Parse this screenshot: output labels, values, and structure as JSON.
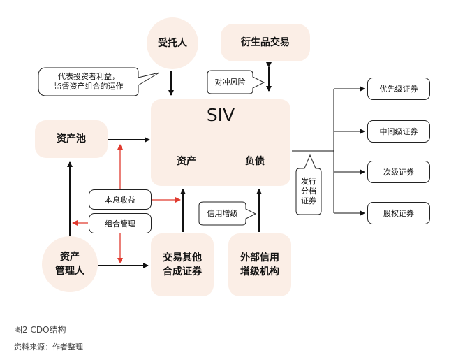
{
  "nodes": {
    "trustee": "受托人",
    "derivatives": "衍生品交易",
    "siv_title": "SIV",
    "siv_assets": "资产",
    "siv_liabilities": "负债",
    "asset_pool": "资产池",
    "asset_manager": "资产\n管理人",
    "trade_synthetic": "交易其他\n合成证券",
    "external_credit": "外部信用\n增级机构"
  },
  "callouts": {
    "trustee_role": "代表投资者利益，\n监督资产组合的运作",
    "hedge_risk": "对冲风险",
    "credit_enhance": "信用增级",
    "issue_tranches": "发行\n分档\n证券"
  },
  "labels": {
    "principal_income": "本息收益",
    "portfolio_mgmt": "组合管理"
  },
  "tranches": [
    "优先级证券",
    "中间级证券",
    "次级证券",
    "股权证券"
  ],
  "caption": {
    "figure": "图2   CDO结构",
    "source": "资料来源：作者整理"
  },
  "colors": {
    "box_fill": "#fbeee6",
    "red_arrow": "#e03a2f",
    "black_arrow": "#111111"
  }
}
